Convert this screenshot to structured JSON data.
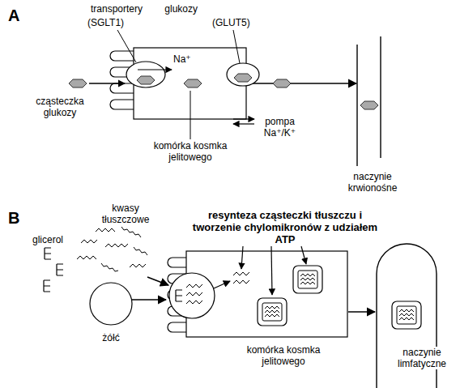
{
  "diagram": {
    "nodes": [
      {
        "text": [
          "komórka kosmka jelitowego"
        ]
      },
      {
        "text": [
          "naczynie krwionośne"
        ]
      },
      {
        "text": [
          "żółć"
        ]
      },
      {
        "text": [
          "komórka kosmka jelitowego"
        ]
      },
      {
        "text": [
          "naczynie limfatyczne"
        ]
      }
    ],
    "edges": [
      {
        "from": 0,
        "to": 1,
        "arrow": "to"
      },
      {
        "from": 2,
        "to": 3,
        "arrow": "to"
      },
      {
        "from": 3,
        "to": 4,
        "arrow": "to"
      }
    ],
    "labels": [
      "A",
      "transportery glukozy",
      "(SGLT1)",
      "(GLUT5)",
      "Na⁺",
      "cząsteczka glukozy",
      "pompa Na⁺/K⁺",
      "B",
      "kwasy tłuszczowe",
      "glicerol",
      "resynteza cząsteczki tłuszczu i tworzenie chylomikronów z udziałem ATP"
    ]
  }
}
